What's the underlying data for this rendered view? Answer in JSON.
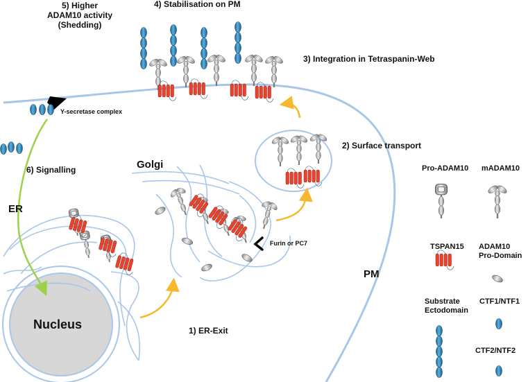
{
  "steps": {
    "step1": "1) ER-Exit",
    "step2": "2) Surface transport",
    "step3": "3) Integration in Tetraspanin-Web",
    "step4": "4) Stabilisation on PM",
    "step5_line1": "5) Higher",
    "step5_line2": "ADAM10 activity",
    "step5_line3": "(Shedding)",
    "step6": "6) Signalling"
  },
  "compartments": {
    "er": "ER",
    "golgi": "Golgi",
    "nucleus": "Nucleus",
    "pm": "PM"
  },
  "enzymes": {
    "furin": "Furin or PC7",
    "gamma_secretase": "Y-secretase complex"
  },
  "legend": {
    "pro_adam10": "Pro-ADAM10",
    "madam10": "mADAM10",
    "tspan15": "TSPAN15",
    "prodomain_line1": "ADAM10",
    "prodomain_line2": "Pro-Domain",
    "substrate_line1": "Substrate",
    "substrate_line2": "Ectodomain",
    "ctf1": "CTF1/NTF1",
    "ctf2": "CTF2/NTF2"
  },
  "colors": {
    "membrane": "#a9c6e8",
    "tspan_red": "#e8432e",
    "adam_grey": "#c9c9c9",
    "substrate_blue": "#2e86c1",
    "arrow_yellow": "#f5b82e",
    "arrow_green": "#9dd14a",
    "nucleus_fill": "#d7d7d7"
  }
}
